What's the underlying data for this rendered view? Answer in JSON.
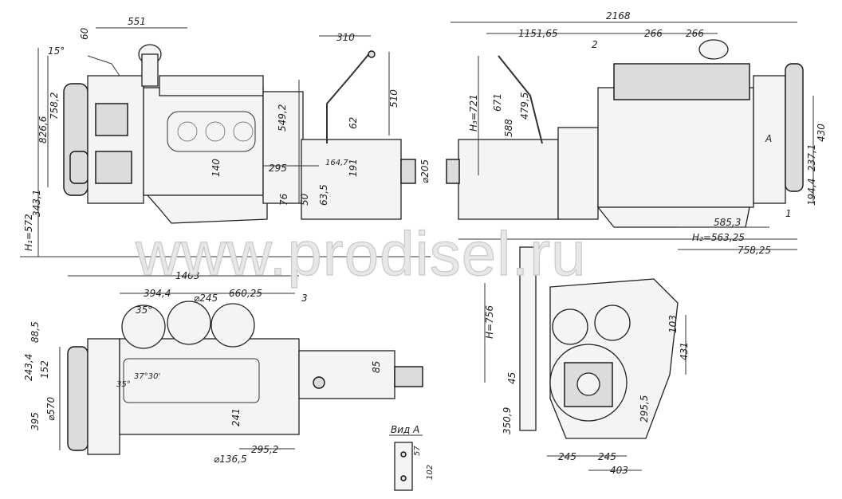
{
  "watermark": "www.prodisel.ru",
  "view_a_label": "Вид А",
  "callouts": {
    "c1": "1",
    "c2": "2",
    "c3": "3",
    "arrow_a": "A"
  },
  "left_side_view": {
    "d551": "551",
    "d60": "60",
    "d15": "15°",
    "d758": "758,2",
    "d826": "826,6",
    "d343": "343,1",
    "d572": "H₁=572",
    "d310": "310",
    "d510": "510",
    "d549": "549,2",
    "d62": "62",
    "d295": "295",
    "d164": "164,7",
    "d191": "191",
    "d205": "⌀205",
    "d140": "140",
    "d63": "63,5",
    "d50": "50",
    "d76": "76"
  },
  "right_side_view": {
    "d2168": "2168",
    "d1151": "1151,65",
    "d266a": "266",
    "d266b": "266",
    "d721": "H₃=721",
    "d671": "671",
    "d588": "588",
    "d479": "479,5",
    "d430": "430",
    "d237": "237,1",
    "d194": "194,4",
    "d585": "585,3",
    "d563": "H₂=563,25",
    "d758": "758,25"
  },
  "top_view": {
    "d1403": "1403",
    "d394": "394,4",
    "d245": "⌀245",
    "d660": "660,25",
    "d35a": "35°",
    "d35b": "35°",
    "d37": "37°30'",
    "d885": "88,5",
    "d243": "243,4",
    "d152": "152",
    "d570": "⌀570",
    "d395": "395",
    "d85": "85",
    "d241": "241",
    "d1365": "⌀136,5",
    "d2952": "295,2"
  },
  "front_view": {
    "d756": "H=756",
    "d103": "103",
    "d431": "431",
    "d45": "45",
    "d350": "350,9",
    "d295": "295,5",
    "d245a": "245",
    "d245b": "245",
    "d403": "403"
  },
  "view_a": {
    "d57": "57",
    "d102": "102"
  }
}
